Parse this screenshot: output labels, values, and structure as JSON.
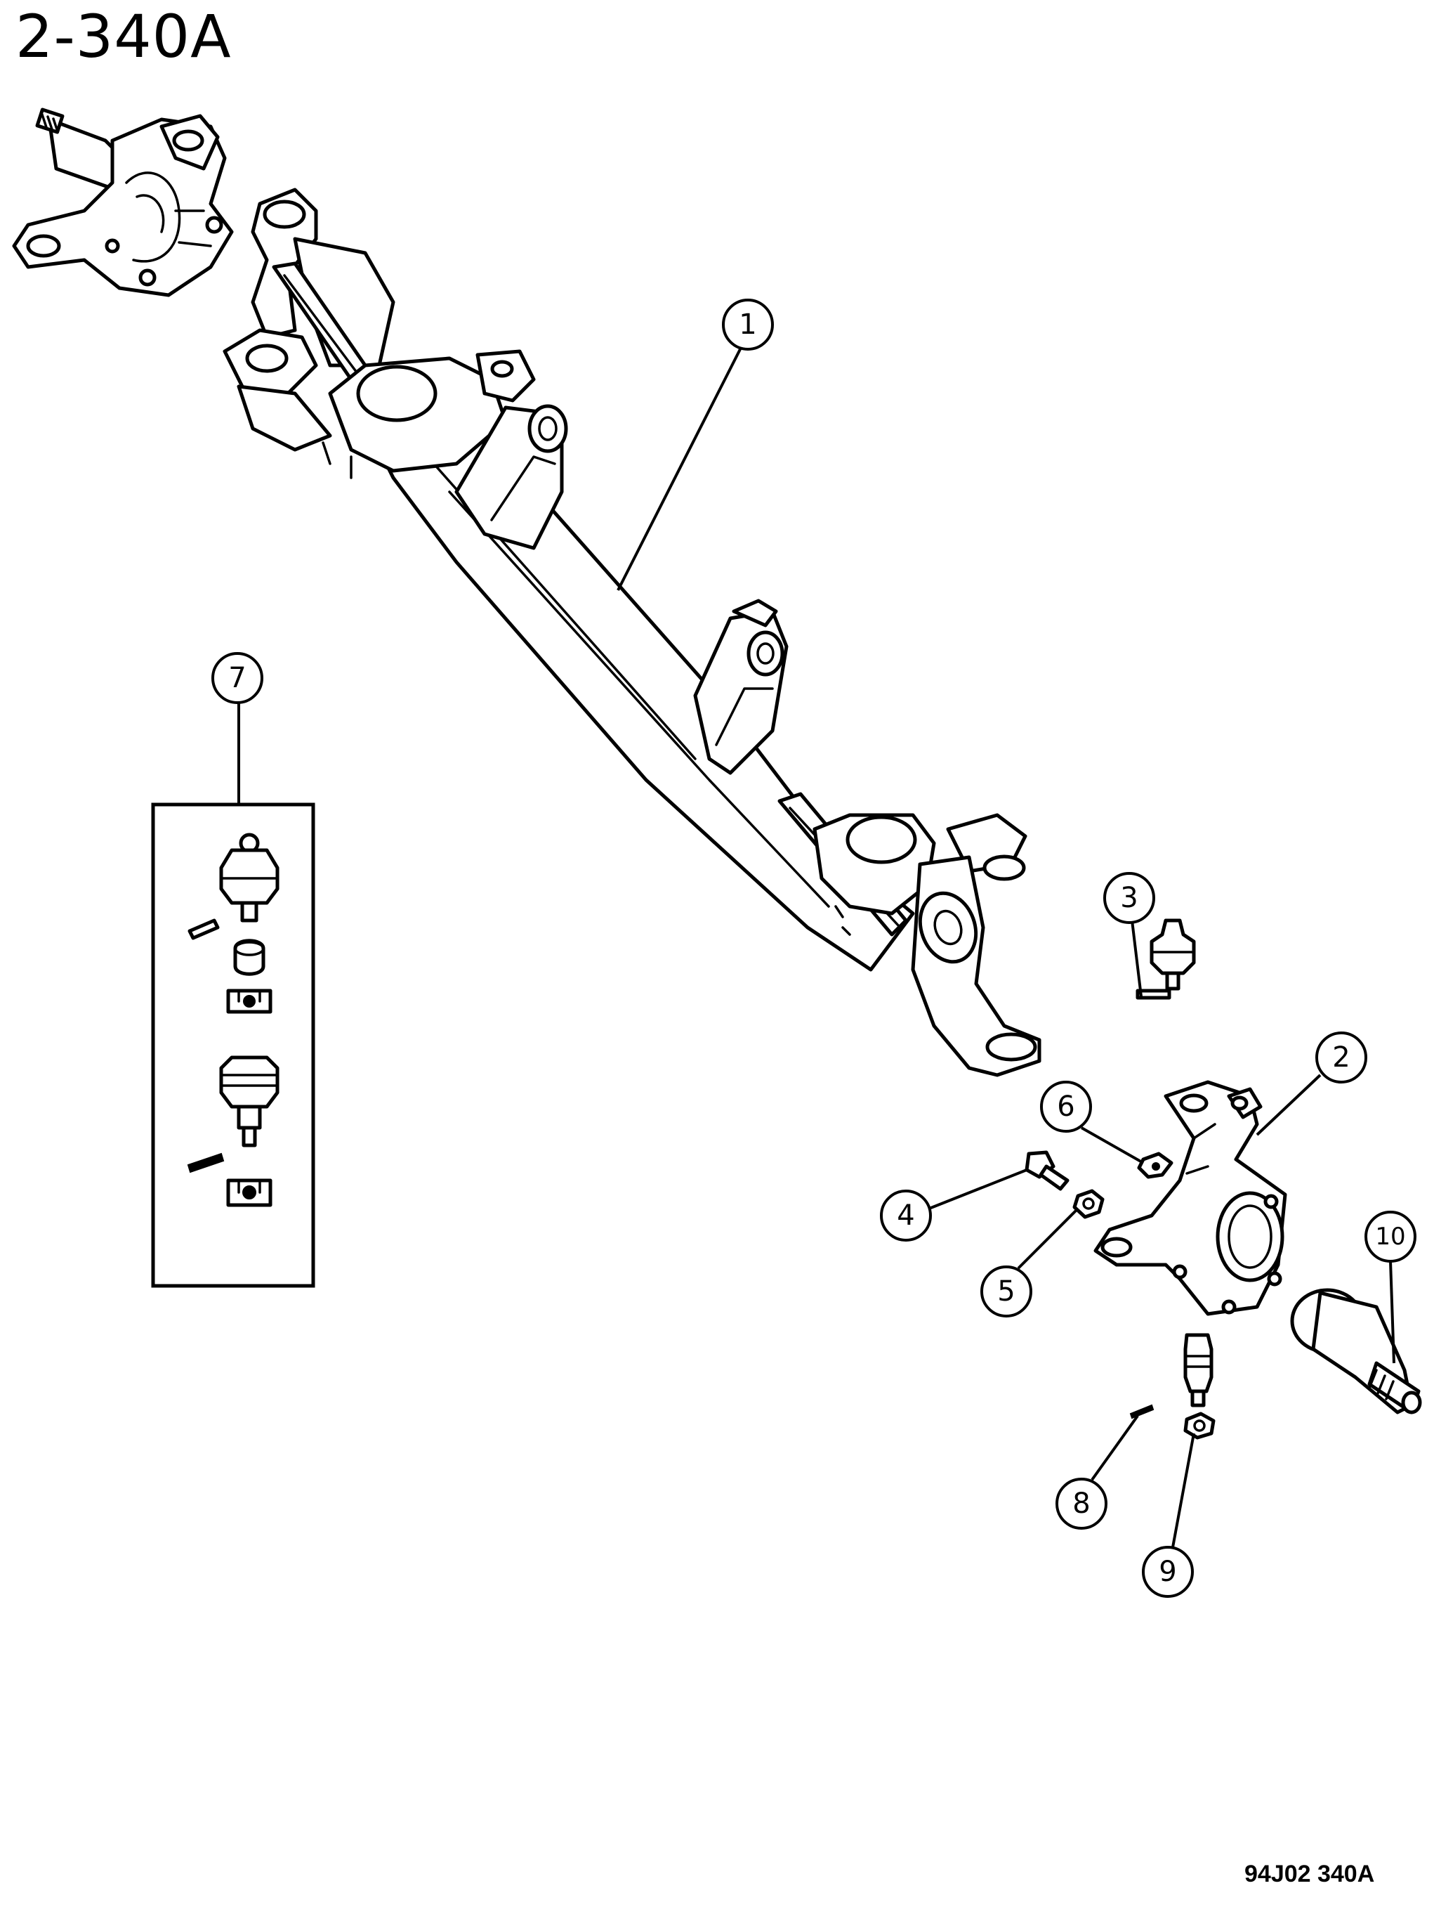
{
  "header": {
    "page_label": "2-340A"
  },
  "footer": {
    "figure_code": "94J02 340A"
  },
  "callouts": [
    {
      "id": "1",
      "label": "1"
    },
    {
      "id": "2",
      "label": "2"
    },
    {
      "id": "3",
      "label": "3"
    },
    {
      "id": "4",
      "label": "4"
    },
    {
      "id": "5",
      "label": "5"
    },
    {
      "id": "6",
      "label": "6"
    },
    {
      "id": "7",
      "label": "7"
    },
    {
      "id": "8",
      "label": "8"
    },
    {
      "id": "9",
      "label": "9"
    },
    {
      "id": "10",
      "label": "10"
    }
  ],
  "colors": {
    "line": "#000000",
    "background": "#ffffff"
  }
}
